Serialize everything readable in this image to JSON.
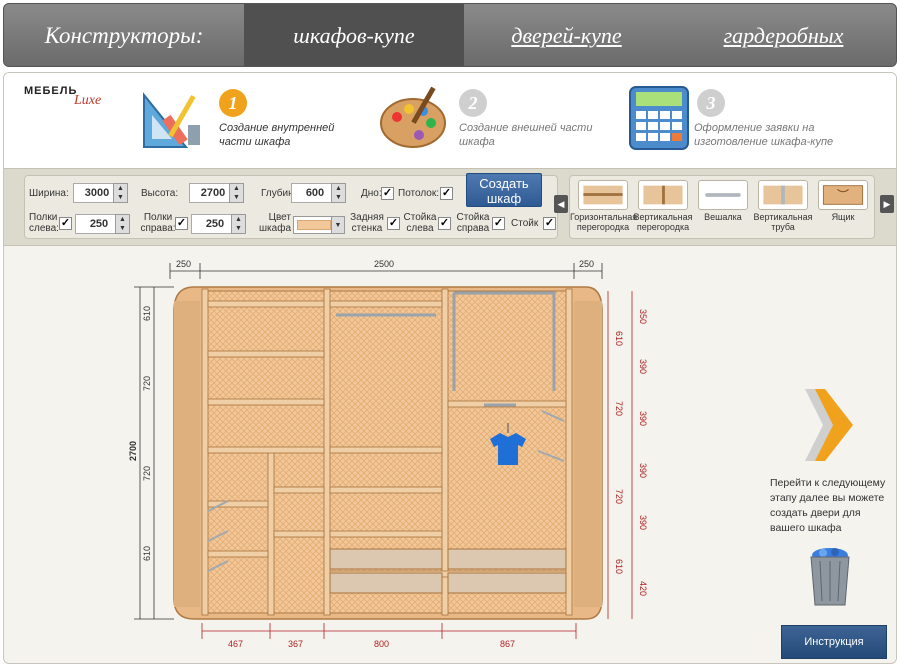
{
  "nav": {
    "prefix": "Конструкторы:",
    "tabs": [
      {
        "label": "шкафов-купе",
        "active": true
      },
      {
        "label": "дверей-купе",
        "active": false
      },
      {
        "label": "гардеробных",
        "active": false
      }
    ]
  },
  "logo": {
    "line1": "МЕБЕЛЬ",
    "line2": "Luxe"
  },
  "steps": [
    {
      "number": "1",
      "text": "Создание внутренней части шкафа",
      "icon": "ruler-triangle-icon",
      "active": true,
      "color": "#f0a21c"
    },
    {
      "number": "2",
      "text": "Создание внешней части шкафа",
      "icon": "paint-palette-icon",
      "active": false,
      "color": "#cfcfcf"
    },
    {
      "number": "3",
      "text": "Оформление заявки на изготовление шкафа-купе",
      "icon": "calculator-icon",
      "active": false,
      "color": "#cfcfcf"
    }
  ],
  "controls": {
    "width_label": "Ширина:",
    "width": "3000",
    "height_label": "Высота:",
    "height": "2700",
    "depth_label": "Глубина:",
    "depth": "600",
    "bottom_label": "Дно:",
    "top_label": "Потолок:",
    "left_shelves_label": "Полки слева:",
    "left_shelves": "250",
    "right_shelves_label": "Полки справа:",
    "right_shelves": "250",
    "color_label": "Цвет шкафа",
    "color_value": "#f2c79a",
    "back_wall_label": "Задняя стенка",
    "left_post_label": "Стойка слева",
    "right_post_label": "Стойка справа",
    "post_label": "Стойк",
    "check": "✓",
    "create_button": "Создать шкаф"
  },
  "palette": [
    {
      "label": "Горизонтальная перегородка"
    },
    {
      "label": "Вертикальная перегородка"
    },
    {
      "label": "Вешалка"
    },
    {
      "label": "Вертикальная труба"
    },
    {
      "label": "Ящик"
    }
  ],
  "dimensions": {
    "top": [
      "250",
      "2500",
      "250"
    ],
    "height_total": "2700",
    "left_sections": [
      "610",
      "720",
      "720",
      "610"
    ],
    "right_outer": [
      "350",
      "390",
      "390",
      "390",
      "390",
      "420"
    ],
    "right_inner": [
      "610",
      "720",
      "720",
      "610"
    ],
    "bottom": [
      "467",
      "367",
      "800",
      "867"
    ]
  },
  "hint": "Перейти к следующему этапу далее вы можете создать двери для вашего шкафа",
  "manual_button": "Инструкция",
  "colors": {
    "wood": "#f2c79a",
    "wood_dark": "#d9a46a",
    "dim_red": "#b22222",
    "accent_blue": "#2e5a93"
  }
}
